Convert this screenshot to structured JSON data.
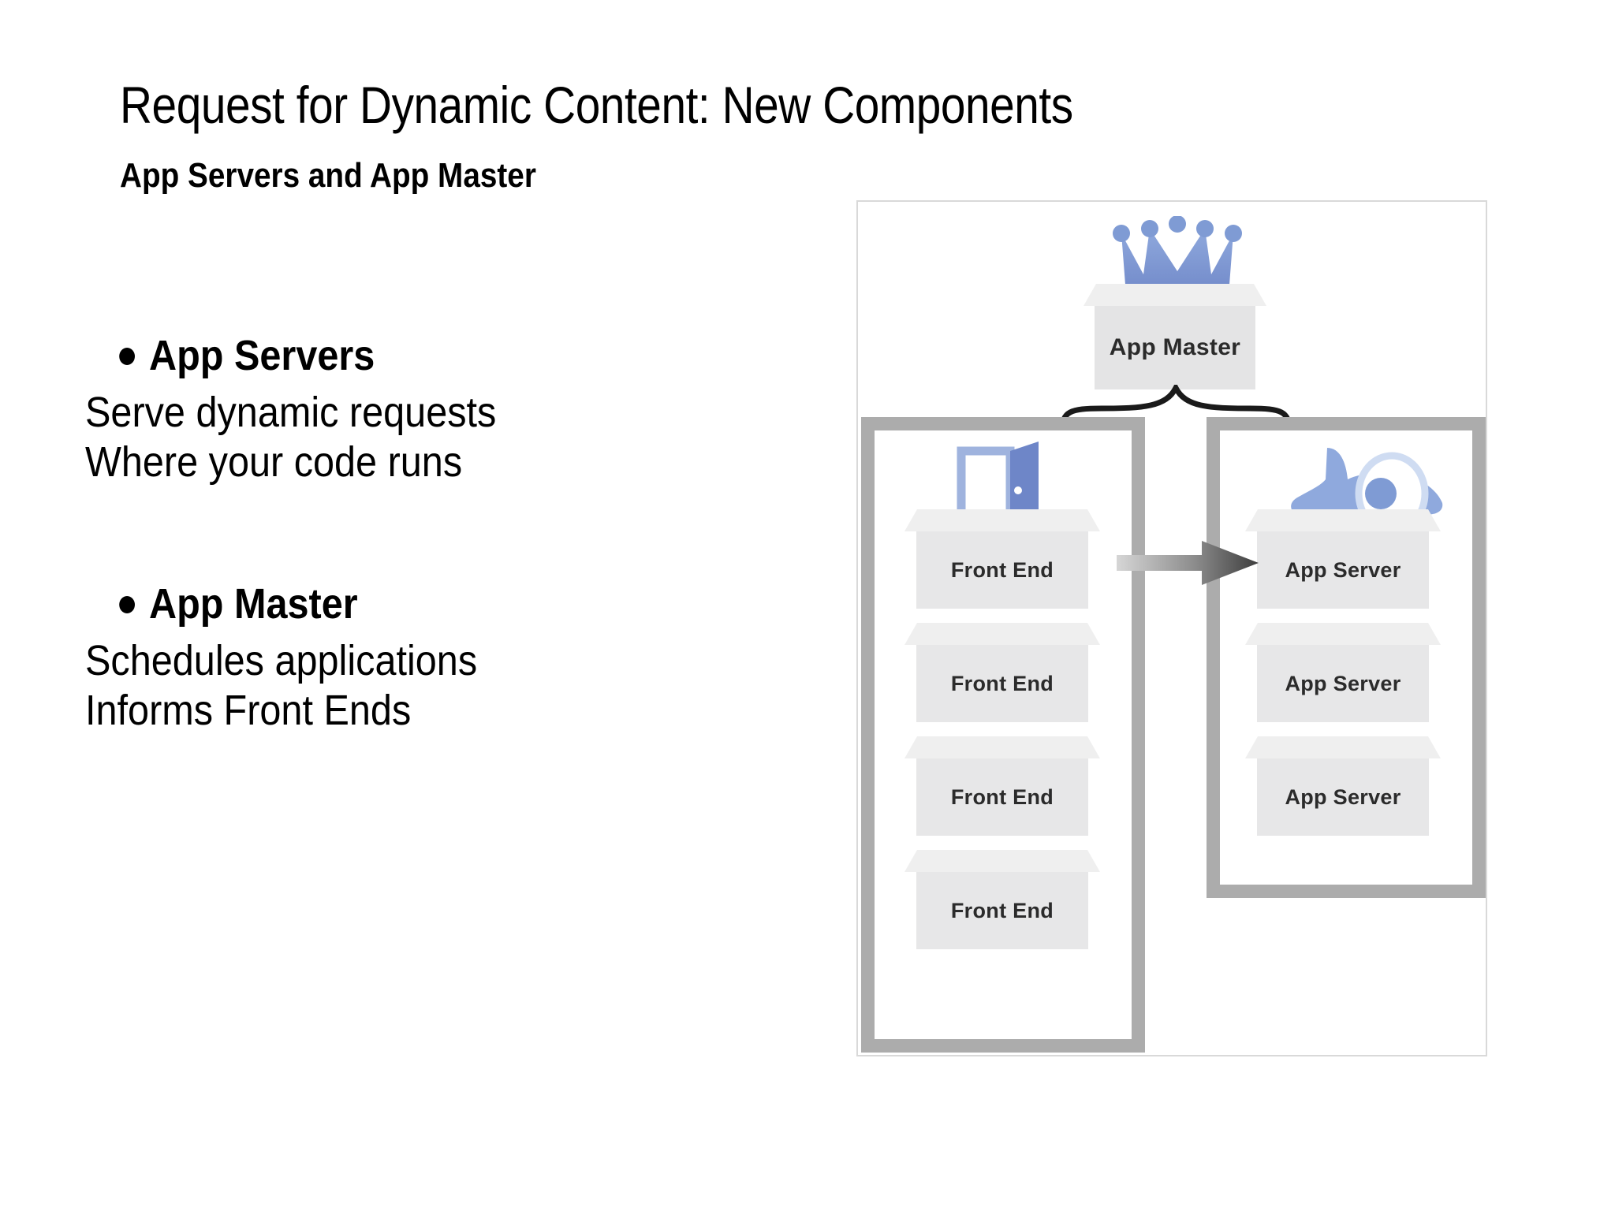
{
  "slide": {
    "title": "Request for Dynamic Content: New Components",
    "subtitle": "App Servers and App Master",
    "bullets": [
      {
        "heading": "App Servers",
        "lines": [
          "Serve dynamic requests",
          "Where your code runs"
        ]
      },
      {
        "heading": "App Master",
        "lines": [
          "Schedules applications",
          "Informs Front Ends"
        ]
      }
    ]
  },
  "diagram": {
    "app_master": {
      "label": "App Master",
      "icon": "crown-icon"
    },
    "front_end_column": {
      "icon": "open-door-icon",
      "boxes": [
        {
          "label": "Front End"
        },
        {
          "label": "Front End"
        },
        {
          "label": "Front End"
        },
        {
          "label": "Front End"
        }
      ]
    },
    "app_server_column": {
      "icon": "jet-engine-icon",
      "boxes": [
        {
          "label": "App Server"
        },
        {
          "label": "App Server"
        },
        {
          "label": "App Server"
        }
      ]
    },
    "connector": {
      "brace": "curly-brace",
      "arrow": "right-arrow"
    }
  },
  "colors": {
    "accent_blue": "#7f9bd4",
    "accent_blue_dark": "#6e86c8",
    "box_gray": "#e7e7e8",
    "lid_gray": "#efefef",
    "frame_gray": "#acacac",
    "outer_border": "#d9d9d9",
    "text_dark": "#2b2b2b"
  }
}
